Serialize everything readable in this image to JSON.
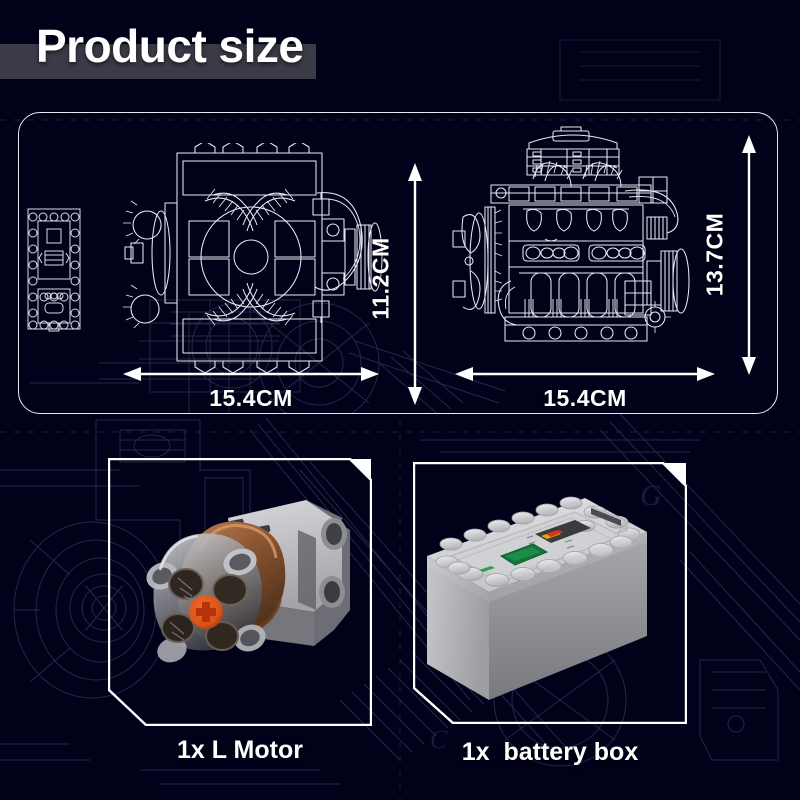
{
  "page": {
    "title": "Product size",
    "background_color": "#01011a",
    "title_band_color": "#3b3b48",
    "line_color": "#ffffff"
  },
  "size_panel": {
    "views": [
      {
        "name": "engine-top-view",
        "width_label": "15.4CM",
        "height_label": "11.2CM"
      },
      {
        "name": "engine-front-view",
        "width_label": "15.4CM",
        "height_label": "13.7CM"
      }
    ],
    "dimensions": {
      "left_width": "15.4CM",
      "left_height": "11.2CM",
      "right_width": "15.4CM",
      "right_height": "13.7CM"
    }
  },
  "parts": [
    {
      "name": "l-motor",
      "caption": "1x L Motor",
      "body_color": "#9a9a9f",
      "accent_color": "#8d5a33",
      "marker_color": "#e2521d"
    },
    {
      "name": "battery-box",
      "caption": "1x  battery box",
      "body_color": "#b9babd",
      "top_color": "#d3d4d6",
      "indicator_green": "#1c7a3e",
      "indicator_orange": "#f2a007",
      "indicator_red": "#d03a14"
    }
  ]
}
